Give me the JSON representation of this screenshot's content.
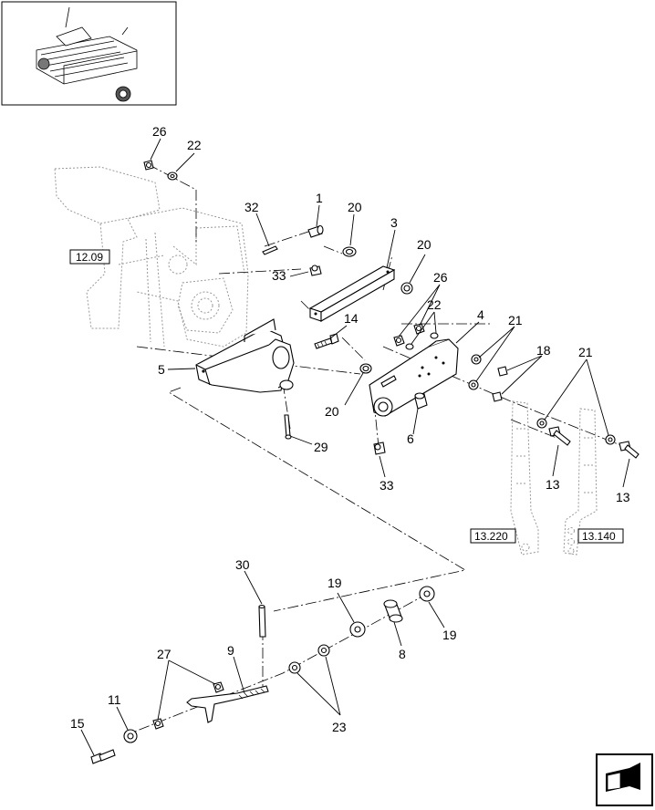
{
  "callouts": {
    "c1": "1",
    "c3": "3",
    "c4": "4",
    "c5": "5",
    "c6": "6",
    "c8": "8",
    "c9": "9",
    "c11": "11",
    "c13a": "13",
    "c13b": "13",
    "c14": "14",
    "c15": "15",
    "c18": "18",
    "c19a": "19",
    "c19b": "19",
    "c20a": "20",
    "c20b": "20",
    "c20c": "20",
    "c21a": "21",
    "c21b": "21",
    "c22a": "22",
    "c22b": "22",
    "c23": "23",
    "c26a": "26",
    "c26b": "26",
    "c27": "27",
    "c29": "29",
    "c30": "30",
    "c32": "32",
    "c33a": "33",
    "c33b": "33"
  },
  "references": {
    "ref_1209": "12.09",
    "ref_13220": "13.220",
    "ref_13140": "13.140"
  },
  "icons": {
    "thumbnail": "machine-overview-thumbnail",
    "nav": "next-page-arrow-icon"
  }
}
